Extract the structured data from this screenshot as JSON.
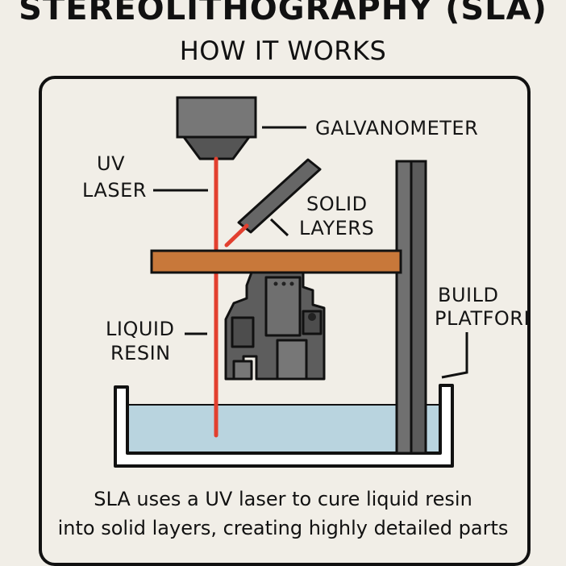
{
  "header": {
    "title": "STEREOLITHOGRAPHY (SLA)",
    "subtitle": "HOW IT WORKS"
  },
  "labels": {
    "galvanometer": "GALVANOMETER",
    "uv_laser": [
      "UV",
      "LASER"
    ],
    "solid_layers": [
      "SOLID",
      "LAYERS"
    ],
    "build_platform": [
      "BUILD",
      "PLATFORI"
    ],
    "liquid_resin": [
      "LIQUID",
      "RESIN"
    ]
  },
  "caption": {
    "line1": "SLA uses a UV laser to cure liquid resin",
    "line2": "into solid layers, creating highly detailed parts"
  },
  "colors": {
    "background": "#f1eee7",
    "laser": "#e2402f",
    "platform": "#c8783a",
    "resin": "#b9d4df",
    "machine_gray": "#6b6b6b"
  }
}
